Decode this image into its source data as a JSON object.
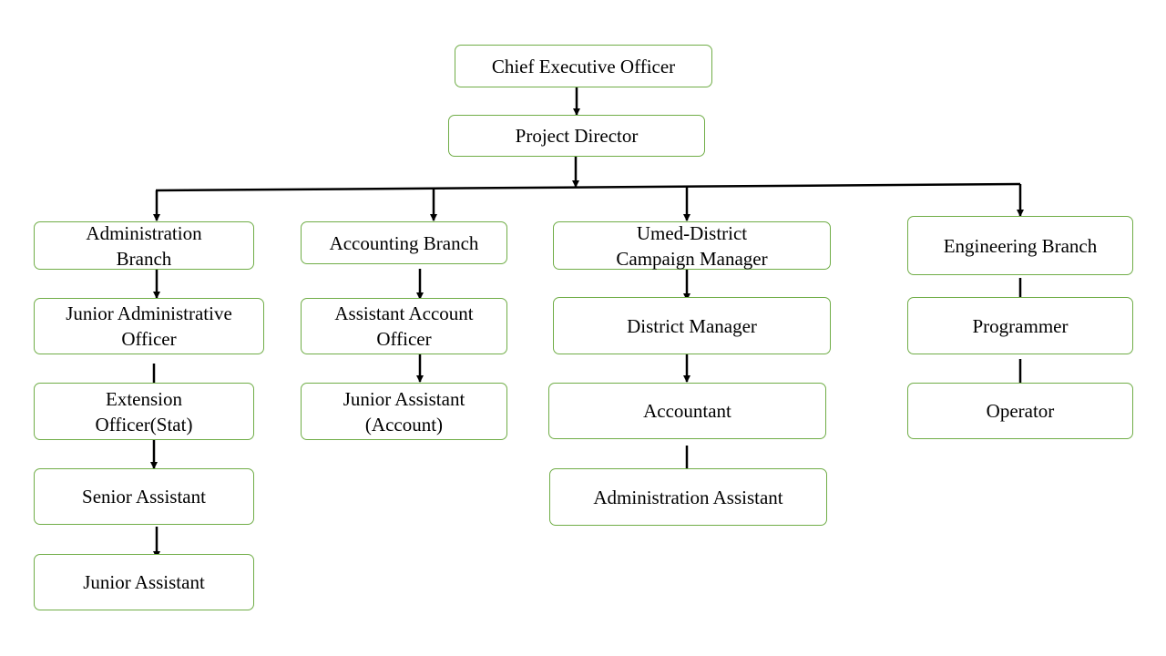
{
  "diagram": {
    "type": "org-chart",
    "border_color": "#70ad47",
    "connector_color": "#000000",
    "nodes": {
      "ceo": "Chief Executive Officer",
      "project_director": "Project Director",
      "administration_branch": "Administration\nBranch",
      "junior_administrative_officer": "Junior Administrative\nOfficer",
      "extension_officer": "Extension\nOfficer(Stat)",
      "senior_assistant": "Senior Assistant",
      "junior_assistant": "Junior Assistant",
      "accounting_branch": "Accounting Branch",
      "assistant_account_officer": "Assistant Account\nOfficer",
      "junior_assistant_account": "Junior Assistant\n(Account)",
      "umed_district_campaign_manager": "Umed-District\nCampaign Manager",
      "district_manager": "District Manager",
      "accountant": "Accountant",
      "administration_assistant": "Administration Assistant",
      "engineering_branch": "Engineering Branch",
      "programmer": "Programmer",
      "operator": "Operator"
    },
    "edges": [
      [
        "ceo",
        "project_director"
      ],
      [
        "project_director",
        "administration_branch"
      ],
      [
        "project_director",
        "accounting_branch"
      ],
      [
        "project_director",
        "umed_district_campaign_manager"
      ],
      [
        "project_director",
        "engineering_branch"
      ],
      [
        "administration_branch",
        "junior_administrative_officer"
      ],
      [
        "junior_administrative_officer",
        "extension_officer"
      ],
      [
        "extension_officer",
        "senior_assistant"
      ],
      [
        "senior_assistant",
        "junior_assistant"
      ],
      [
        "accounting_branch",
        "assistant_account_officer"
      ],
      [
        "assistant_account_officer",
        "junior_assistant_account"
      ],
      [
        "umed_district_campaign_manager",
        "district_manager"
      ],
      [
        "district_manager",
        "accountant"
      ],
      [
        "accountant",
        "administration_assistant"
      ],
      [
        "engineering_branch",
        "programmer"
      ],
      [
        "programmer",
        "operator"
      ]
    ]
  }
}
